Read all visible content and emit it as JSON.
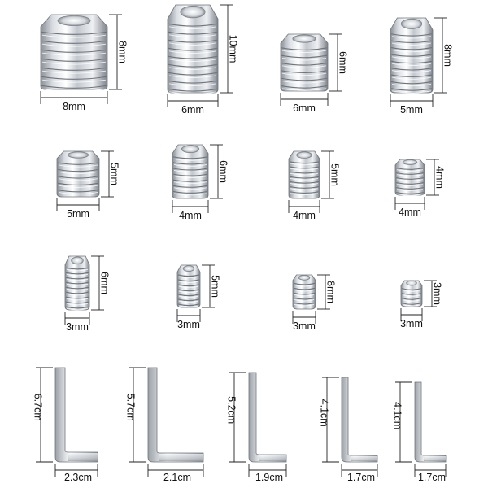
{
  "screws": [
    {
      "width_label": "8mm",
      "height_label": "8mm"
    },
    {
      "width_label": "6mm",
      "height_label": "10mm"
    },
    {
      "width_label": "6mm",
      "height_label": "6mm"
    },
    {
      "width_label": "5mm",
      "height_label": "8mm"
    },
    {
      "width_label": "5mm",
      "height_label": "5mm"
    },
    {
      "width_label": "4mm",
      "height_label": "6mm"
    },
    {
      "width_label": "4mm",
      "height_label": "5mm"
    },
    {
      "width_label": "4mm",
      "height_label": "4mm"
    },
    {
      "width_label": "3mm",
      "height_label": "6mm"
    },
    {
      "width_label": "3mm",
      "height_label": "5mm"
    },
    {
      "width_label": "3mm",
      "height_label": "8mm"
    },
    {
      "width_label": "3mm",
      "height_label": "3mm"
    }
  ],
  "keys": [
    {
      "length_label": "6.7cm",
      "foot_label": "2.3cm"
    },
    {
      "length_label": "5.7cm",
      "foot_label": "2.1cm"
    },
    {
      "length_label": "5.2cm",
      "foot_label": "1.9cm"
    },
    {
      "length_label": "4.1cm",
      "foot_label": "1.7cm"
    },
    {
      "length_label": "4.1cm",
      "foot_label": "1.7cm"
    }
  ]
}
